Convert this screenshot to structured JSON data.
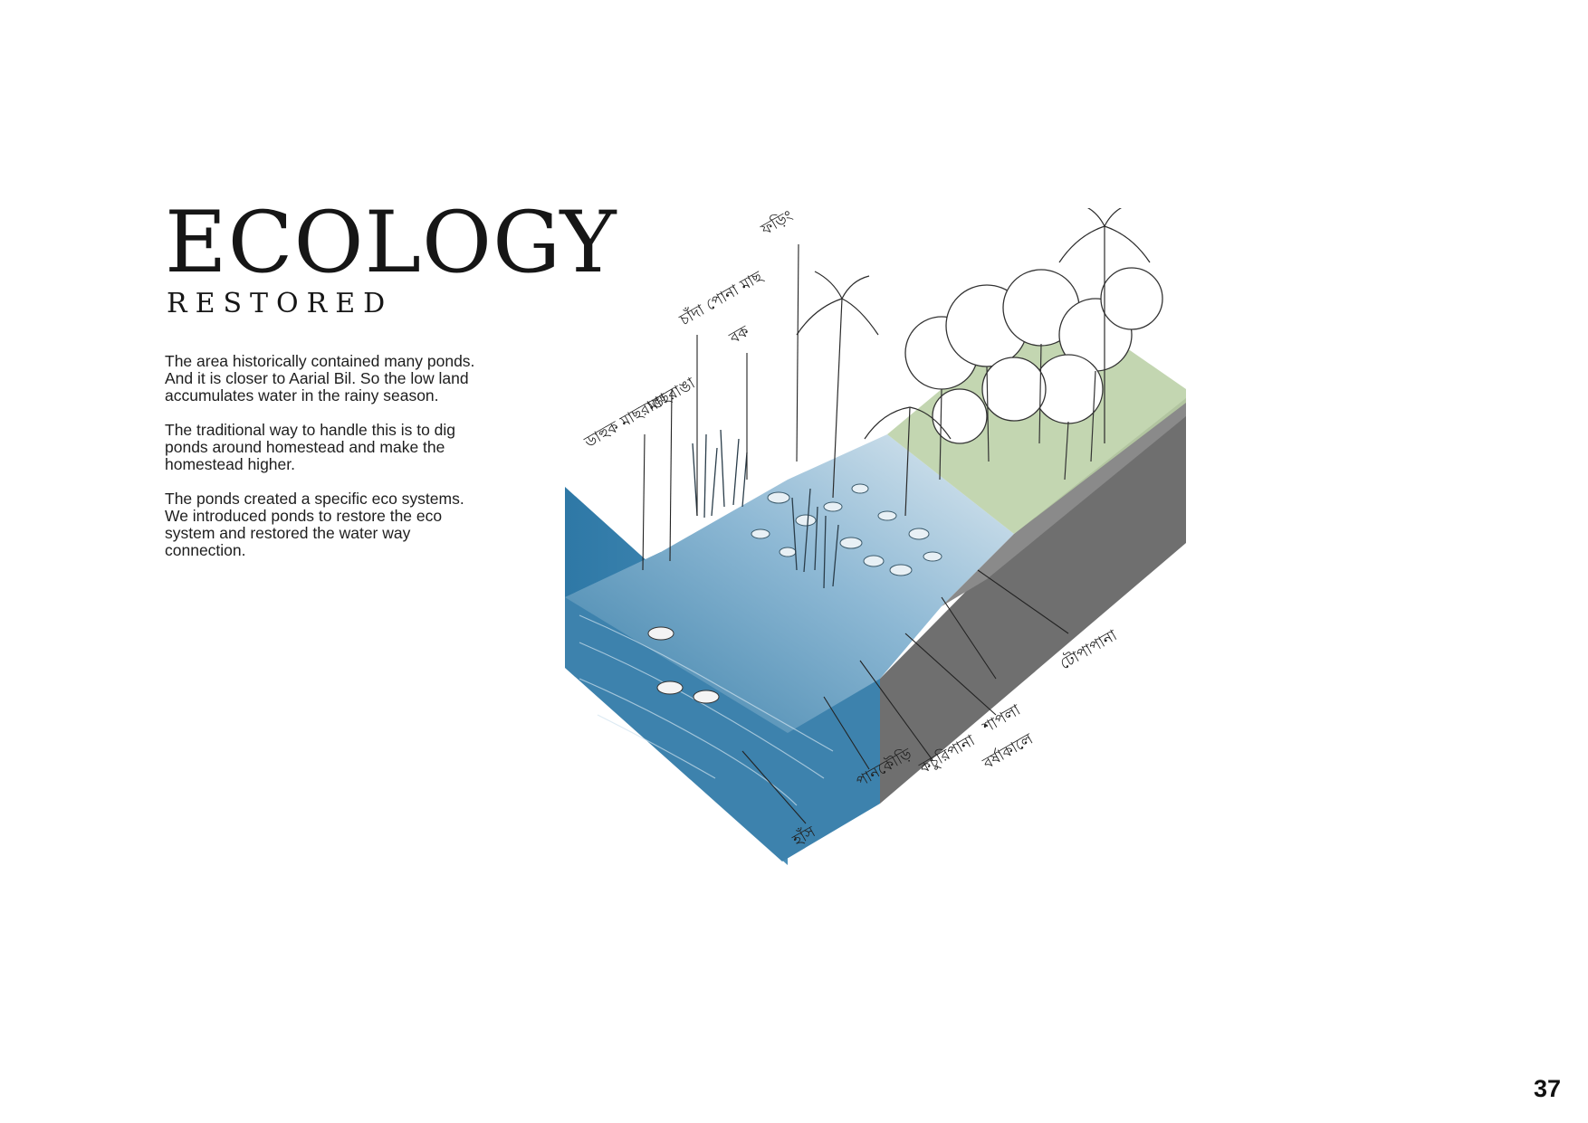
{
  "header": {
    "title": "ECOLOGY",
    "subtitle": "RESTORED"
  },
  "body": {
    "paragraphs": [
      "The area historically contained many ponds. And it is closer to Aarial Bil. So the low land accumulates water in the rainy season.",
      "The traditional way to handle this is to dig ponds around homestead and make the homestead higher.",
      "The ponds created a specific eco systems. We introduced ponds to restore the eco system and restored the water way connection."
    ]
  },
  "illustration": {
    "annotations": {
      "top": "ফড়িং",
      "fish": "চাঁদা পোনা মাছ",
      "heron": "বক",
      "kingfisher": "মাছরাঙা",
      "frog": "ডাহুক মাছরাঙা",
      "duck": "হাঁস",
      "water_hyacinth": "পানকৌড়ি",
      "lotus": "কচুরিপানা",
      "lily": "শাপলা",
      "sedge": "বর্ষাকালে",
      "lotus_leaf": "টোপাপানা"
    },
    "colors": {
      "water": "#3a7fa8",
      "water_light": "#9cc3db",
      "soil": "#707070",
      "greenery": "#b9cfa3"
    }
  },
  "footer": {
    "page_number": "37"
  }
}
